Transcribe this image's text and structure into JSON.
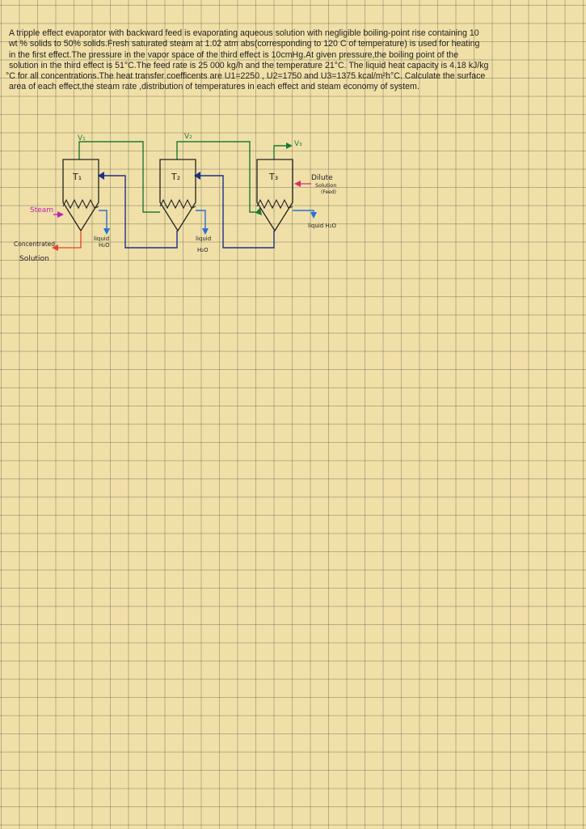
{
  "problem": {
    "lines": [
      "A tripple effect evaporator with backward feed is evaporating aqueous solution with negligible boiling-point rise containing 10",
      "wt % solids to 50% solids.Fresh saturated steam at 1.02 atm abs(corresponding to 120 C of temperature) is used for heating",
      "in the first effect.The pressure in the vapor space of the third effect is 10cmHg.At given pressure,the boiling point of the",
      "solution in the third effect is 51°C.The feed rate is 25 000 kg/h and the temperature 21°C. The liquid heat capacity is 4.18 kJ/kg",
      "°C for all concentrations.The heat transfer coefficents are U1=2250 , U2=1750 and U3=1375 kcal/m²h°C. Calculate the surface",
      "area of each effect,the steam rate ,distribution of temperatures in each effect and steam economy of system."
    ]
  },
  "diagram": {
    "effect_labels": [
      "T₁",
      "T₂",
      "T₃"
    ],
    "vapor_labels": [
      "V₁",
      "V₂",
      "V₃"
    ],
    "steam_label": "Steam",
    "feed_label_line1": "Dilute",
    "feed_label_line2": "Solution",
    "feed_label_line3": "(Feed)",
    "condensate_label_1_line1": "liquid",
    "condensate_label_1_line2": "H₂O",
    "condensate_label_2_line1": "liquid",
    "condensate_label_2_line2": "H₂O",
    "condensate_label_3": "liquid H₂O",
    "product_label_line1": "Concentrated",
    "product_label_line2": "Solution",
    "colors": {
      "vapor": "#1e7a34",
      "liquid_transfer": "#1c2f8a",
      "condensate": "#2a6fd6",
      "steam": "#c21fb0",
      "feed": "#d2326a",
      "product": "#e0452a",
      "vessel": "#222222"
    }
  }
}
